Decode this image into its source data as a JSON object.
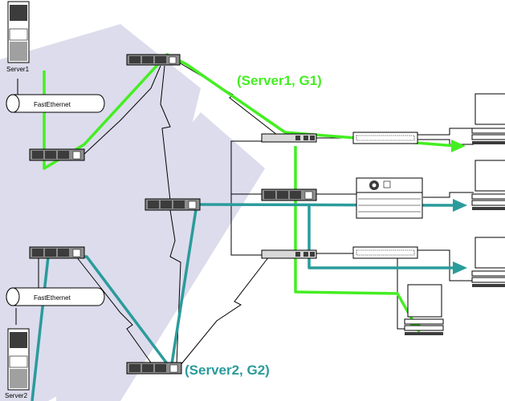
{
  "colors": {
    "background": "#ffffff",
    "watermark": "#dcdcec",
    "flow_group1": "#44ee22",
    "flow_group2": "#2a9b9b",
    "links": "#000000",
    "device_fill": "#8c8c8c",
    "device_dark": "#3c3c3c"
  },
  "servers": [
    {
      "id": "server1",
      "label": "Server1",
      "icon": "server-tower-icon"
    },
    {
      "id": "server2",
      "label": "Server2",
      "icon": "server-tower-icon"
    }
  ],
  "ethernet_segments": [
    {
      "id": "fe1",
      "label": "FastEthernet",
      "icon": "ethernet-bus-icon"
    },
    {
      "id": "fe2",
      "label": "FastEthernet",
      "icon": "ethernet-bus-icon"
    }
  ],
  "flows": [
    {
      "id": "flow1",
      "label": "(Server1, G1)",
      "color": "#44ee22"
    },
    {
      "id": "flow2",
      "label": "(Server2, G2)",
      "color": "#2a9b9b"
    }
  ],
  "routers": [
    "router-top",
    "router-left-upper",
    "router-center",
    "router-left-lower",
    "router-bottom",
    "router-edge-1",
    "router-edge-2",
    "router-edge-3"
  ],
  "hubs": [
    "hub-1",
    "hub-2",
    "hub-3"
  ],
  "receivers": [
    "workstation-1",
    "workstation-2",
    "workstation-3",
    "workstation-4"
  ]
}
